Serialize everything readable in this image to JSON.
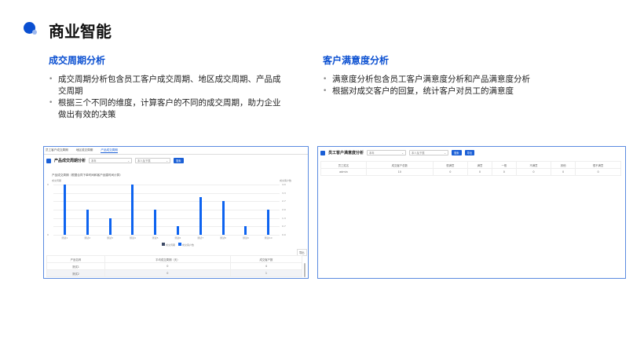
{
  "page": {
    "title": "商业智能"
  },
  "sections": [
    {
      "title": "成交周期分析",
      "bullets": [
        "成交周期分析包含员工客户成交周期、地区成交周期、产品成交周期",
        "根据三个不同的维度，计算客户的不同的成交周期，助力企业做出有效的决策"
      ]
    },
    {
      "title": "客户满意度分析",
      "bullets": [
        "满意度分析包含员工客户满意度分析和产品满意度分析",
        "根据对成交客户的回复，统计客户对员工的满意度"
      ]
    }
  ],
  "left_panel": {
    "tabs": [
      "员工客户成交周期",
      "地区成交周期",
      "产品成交周期"
    ],
    "active_tab": 2,
    "title": "产品成交周期分析",
    "filter1": "本年",
    "filter2": "本人及下属",
    "search_btn": "搜索",
    "chart_title": "产品成交周期（根据合同下单时间和客户创建时间计算）",
    "left_axis_label": "成交周期",
    "right_axis_label": "成交客户数",
    "export_btn": "导出",
    "table": {
      "headers": [
        "产品名称",
        "平均成交周期（天）",
        "成交客户数"
      ],
      "rows": [
        [
          "测试1",
          "0",
          "4"
        ],
        [
          "测试2",
          "0",
          "1"
        ]
      ]
    }
  },
  "chart_data": {
    "type": "bar",
    "title": "产品成交周期（根据合同下单时间和客户创建时间计算）",
    "categories": [
      "测试1",
      "测试2",
      "测试3",
      "测试4",
      "测试5",
      "测试6",
      "测试7",
      "测试8",
      "测试9",
      "测试10"
    ],
    "series": [
      {
        "name": "成交周期",
        "values": [
          0,
          0,
          0,
          0,
          0,
          0,
          0,
          0,
          0,
          0
        ]
      },
      {
        "name": "成交客户数",
        "values": [
          4,
          2,
          1.33,
          4,
          2,
          0.67,
          3,
          2.67,
          0.67,
          2
        ]
      }
    ],
    "ylabel_left": "成交周期",
    "ylabel_right": "成交客户数",
    "y_right_ticks": [
      "0.0",
      "0.7",
      "1.3",
      "2.0",
      "2.7",
      "3.3",
      "4.0"
    ],
    "ylim": [
      0,
      4
    ],
    "legend_position": "bottom",
    "grid": true
  },
  "right_panel": {
    "title": "员工客户满意度分析",
    "filter1": "本年",
    "filter2": "本人及下属",
    "search_btn": "搜索",
    "export_btn": "导出",
    "table": {
      "headers": [
        "员工姓名",
        "成交客户总数",
        "很满意",
        "满意",
        "一般",
        "不满意",
        "其他",
        "很不满意"
      ],
      "rows": [
        [
          "admin",
          "10",
          "0",
          "0",
          "0",
          "0",
          "0",
          "0"
        ]
      ]
    }
  },
  "colors": {
    "accent": "#0a4fd1",
    "bar": "#0d63f0",
    "border": "#5b8be0"
  }
}
